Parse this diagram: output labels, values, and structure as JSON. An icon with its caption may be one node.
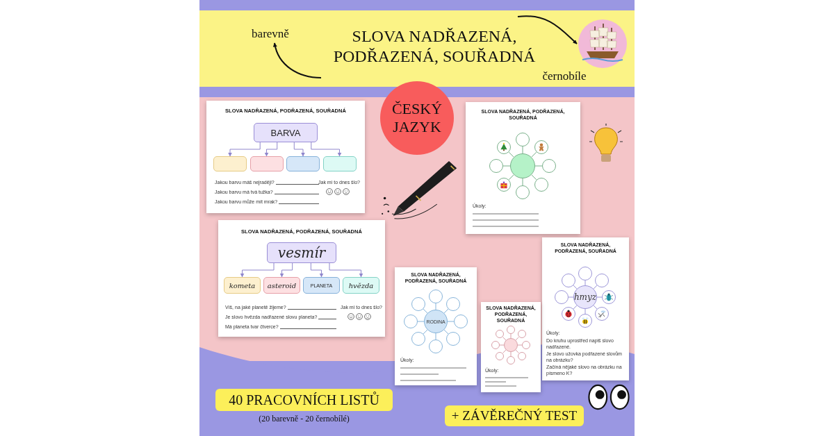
{
  "diagram": {
    "title": "SLOVA NADŘAZENÁ, PODŘAZENÁ, SOUŘADNÁ",
    "nodes": [
      {
        "text": [
          "barevně"
        ]
      },
      {
        "text": [],
        "shape": "picture"
      },
      {
        "text": [
          "ČESKÝ JAZYK"
        ]
      },
      {
        "text": [
          "SLOVA NADŘAZENÁ, PODŘAZENÁ, SOUŘADNÁ",
          "Jakou barvu máš nejraději?",
          "Jakou barvu má tvá tužka?",
          "Jakou barvu může mít mrak?",
          "Jak mi to dnes šlo?"
        ]
      },
      {
        "text": [
          "BARVA"
        ],
        "in": 3
      },
      {
        "text": [],
        "shape": "box",
        "in": 3
      },
      {
        "text": [],
        "shape": "box",
        "in": 3
      },
      {
        "text": [],
        "shape": "box",
        "in": 3
      },
      {
        "text": [],
        "shape": "box",
        "in": 3
      },
      {
        "text": [
          "SLOVA NADŘAZENÁ, PODŘAZENÁ, SOUŘADNÁ",
          "Víš, na jaké planetě žijeme?",
          "Je slovo hvězda nadřazené slovu planeta?",
          "Má planeta tvar čtverce?",
          "Jak mi to dnes šlo?"
        ]
      },
      {
        "text": [
          "vesmír"
        ],
        "in": 9
      },
      {
        "text": [
          "kometa"
        ],
        "in": 9
      },
      {
        "text": [
          "asteroid"
        ],
        "in": 9
      },
      {
        "text": [
          "PLANETA"
        ],
        "in": 9
      },
      {
        "text": [
          "hvězda"
        ],
        "in": 9
      },
      {
        "text": [
          "SLOVA NADŘAZENÁ, PODŘAZENÁ, SOUŘADNÁ",
          "Úkoly:"
        ]
      },
      {
        "text": [],
        "shape": "circle",
        "in": 15
      },
      {
        "text": [],
        "shape": "circle",
        "in": 15
      },
      {
        "text": [],
        "shape": "circle",
        "in": 15
      },
      {
        "text": [],
        "shape": "circle",
        "in": 15
      },
      {
        "text": [],
        "shape": "circle",
        "in": 15
      },
      {
        "text": [],
        "shape": "circle",
        "in": 15
      },
      {
        "text": [],
        "shape": "circle",
        "in": 15
      },
      {
        "text": [],
        "shape": "circle",
        "in": 15
      },
      {
        "text": [],
        "shape": "circle",
        "in": 15
      },
      {
        "text": [
          "SLOVA NADŘAZENÁ, PODŘAZENÁ, SOUŘADNÁ",
          "Úkoly:",
          "Do kruhu uprostřed napiš slovo nadřazené.",
          "Je slovo užovka podřazené slovům na obrázku?",
          "Začíná nějaké slovo na obrázku na písmeno K?"
        ]
      },
      {
        "text": [
          "hmyz"
        ],
        "in": 25
      },
      {
        "text": [],
        "shape": "circle",
        "in": 25
      },
      {
        "text": [],
        "shape": "circle",
        "in": 25
      },
      {
        "text": [],
        "shape": "circle",
        "in": 25
      },
      {
        "text": [],
        "shape": "circle",
        "in": 25
      },
      {
        "text": [],
        "shape": "circle",
        "in": 25
      },
      {
        "text": [],
        "shape": "circle",
        "in": 25
      },
      {
        "text": [],
        "shape": "circle",
        "in": 25
      },
      {
        "text": [],
        "shape": "circle",
        "in": 25
      },
      {
        "text": [
          "SLOVA NADŘAZENÁ, PODŘAZENÁ, SOUŘADNÁ",
          "Úkoly:"
        ]
      },
      {
        "text": [
          "RODINA"
        ],
        "in": 35
      },
      {
        "text": [],
        "shape": "circle",
        "in": 35
      },
      {
        "text": [],
        "shape": "circle",
        "in": 35
      },
      {
        "text": [],
        "shape": "circle",
        "in": 35
      },
      {
        "text": [],
        "shape": "circle",
        "in": 35
      },
      {
        "text": [],
        "shape": "circle",
        "in": 35
      },
      {
        "text": [],
        "shape": "circle",
        "in": 35
      },
      {
        "text": [],
        "shape": "circle",
        "in": 35
      },
      {
        "text": [],
        "shape": "circle",
        "in": 35
      },
      {
        "text": [
          "SLOVA NADŘAZENÁ, PODŘAZENÁ, SOUŘADNÁ",
          "Úkoly:"
        ]
      },
      {
        "text": [],
        "shape": "circle",
        "in": 45
      },
      {
        "text": [],
        "shape": "circle",
        "in": 45
      },
      {
        "text": [],
        "shape": "circle",
        "in": 45
      },
      {
        "text": [],
        "shape": "circle",
        "in": 45
      },
      {
        "text": [],
        "shape": "circle",
        "in": 45
      },
      {
        "text": [],
        "shape": "circle",
        "in": 45
      },
      {
        "text": [],
        "shape": "circle",
        "in": 45
      },
      {
        "text": [],
        "shape": "circle",
        "in": 45
      },
      {
        "text": [],
        "shape": "circle",
        "in": 45
      },
      {
        "text": [
          "40 PRACOVNÍCH LISTŮ"
        ],
        "beside": [
          "(20 barevně - 20 černobílé)"
        ]
      },
      {
        "text": [
          "+ ZÁVĚREČNÝ TEST"
        ]
      }
    ],
    "edges": [
      {
        "from": null,
        "to": 0,
        "arrow": "to",
        "color": "#111111"
      },
      {
        "from": null,
        "to": 1,
        "arrow": "to",
        "color": "#111111"
      },
      {
        "from": 4,
        "to": 5,
        "arrow": "to"
      },
      {
        "from": 4,
        "to": 6,
        "arrow": "to"
      },
      {
        "from": 4,
        "to": 7,
        "arrow": "to"
      },
      {
        "from": 4,
        "to": 8,
        "arrow": "to"
      },
      {
        "from": 10,
        "to": 11,
        "arrow": "to"
      },
      {
        "from": 10,
        "to": 12,
        "arrow": "to"
      },
      {
        "from": 10,
        "to": 13,
        "arrow": "to"
      },
      {
        "from": 10,
        "to": 14,
        "arrow": "to"
      },
      {
        "from": 16,
        "to": 17,
        "arrow": "none"
      },
      {
        "from": 16,
        "to": 18,
        "arrow": "none"
      },
      {
        "from": 16,
        "to": 19,
        "arrow": "none"
      },
      {
        "from": 16,
        "to": 20,
        "arrow": "none"
      },
      {
        "from": 16,
        "to": 21,
        "arrow": "none"
      },
      {
        "from": 16,
        "to": 22,
        "arrow": "none"
      },
      {
        "from": 16,
        "to": 23,
        "arrow": "none"
      },
      {
        "from": 16,
        "to": 24,
        "arrow": "none"
      },
      {
        "from": 26,
        "to": 27,
        "arrow": "none"
      },
      {
        "from": 26,
        "to": 28,
        "arrow": "none"
      },
      {
        "from": 26,
        "to": 29,
        "arrow": "none"
      },
      {
        "from": 26,
        "to": 30,
        "arrow": "none"
      },
      {
        "from": 26,
        "to": 31,
        "arrow": "none"
      },
      {
        "from": 26,
        "to": 32,
        "arrow": "none"
      },
      {
        "from": 26,
        "to": 33,
        "arrow": "none"
      },
      {
        "from": 26,
        "to": 34,
        "arrow": "none"
      },
      {
        "from": 36,
        "to": 37,
        "arrow": "none"
      },
      {
        "from": 36,
        "to": 38,
        "arrow": "none"
      },
      {
        "from": 36,
        "to": 39,
        "arrow": "none"
      },
      {
        "from": 36,
        "to": 40,
        "arrow": "none"
      },
      {
        "from": 36,
        "to": 41,
        "arrow": "none"
      },
      {
        "from": 36,
        "to": 42,
        "arrow": "none"
      },
      {
        "from": 36,
        "to": 43,
        "arrow": "none"
      },
      {
        "from": 36,
        "to": 44,
        "arrow": "none"
      },
      {
        "from": 46,
        "to": 47,
        "arrow": "none"
      },
      {
        "from": 46,
        "to": 48,
        "arrow": "none"
      },
      {
        "from": 46,
        "to": 49,
        "arrow": "none"
      },
      {
        "from": 46,
        "to": 50,
        "arrow": "none"
      },
      {
        "from": 46,
        "to": 51,
        "arrow": "none"
      },
      {
        "from": 46,
        "to": 52,
        "arrow": "none"
      },
      {
        "from": 46,
        "to": 53,
        "arrow": "none"
      },
      {
        "from": 46,
        "to": 54,
        "arrow": "none"
      }
    ],
    "labels": [
      "černobíle"
    ]
  }
}
